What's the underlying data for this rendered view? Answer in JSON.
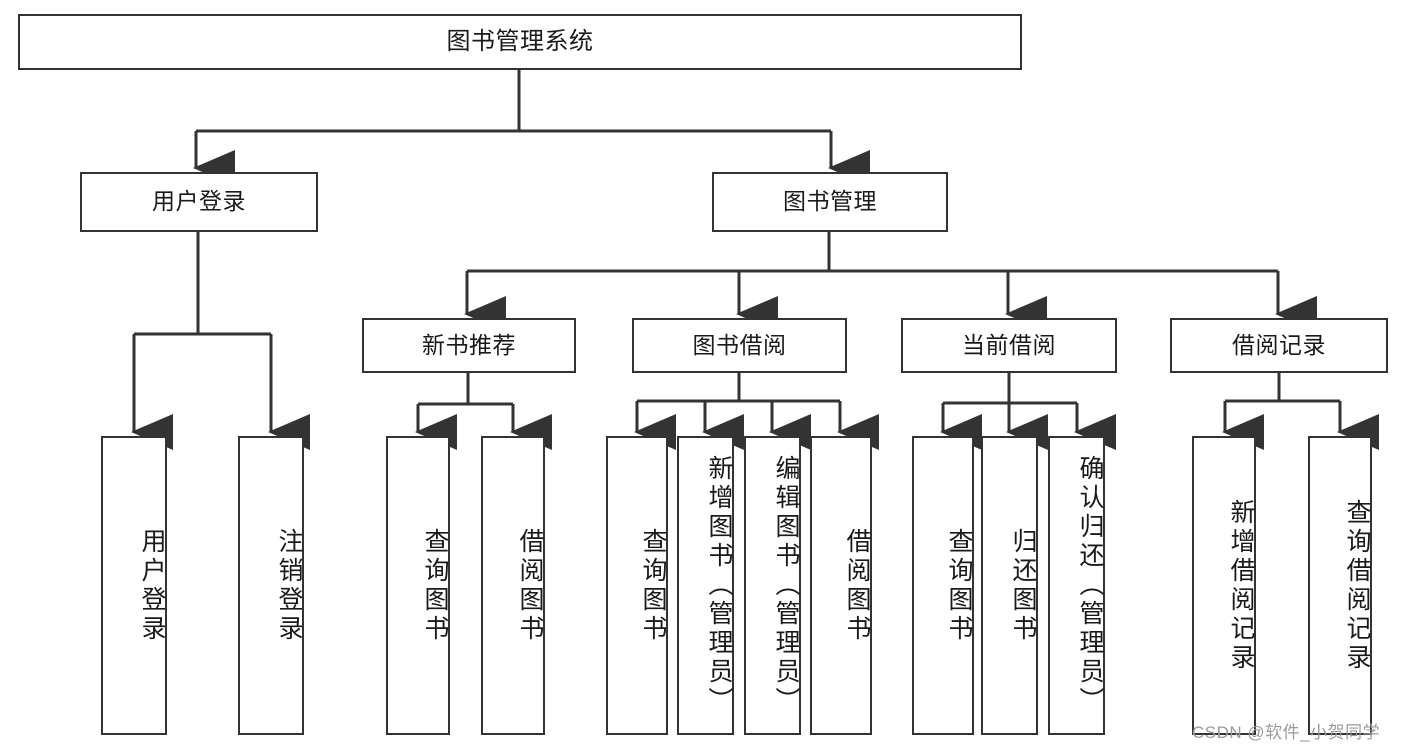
{
  "diagram": {
    "title": "图书管理系统",
    "watermark": "CSDN @软件_小贺同学",
    "accent_color": "#333333",
    "background_color": "#ffffff",
    "text_color": "#1a1a1a",
    "watermark_color": "#9a9a9a",
    "levels": {
      "root": {
        "label": "图书管理系统"
      },
      "level2": [
        {
          "label": "用户登录"
        },
        {
          "label": "图书管理"
        }
      ],
      "level3": [
        {
          "label": "新书推荐"
        },
        {
          "label": "图书借阅"
        },
        {
          "label": "当前借阅"
        },
        {
          "label": "借阅记录"
        }
      ],
      "leaves": [
        {
          "label": "用户登录",
          "parent": "用户登录"
        },
        {
          "label": "注销登录",
          "parent": "用户登录"
        },
        {
          "label": "查询图书",
          "parent": "新书推荐"
        },
        {
          "label": "借阅图书",
          "parent": "新书推荐"
        },
        {
          "label": "查询图书",
          "parent": "图书借阅"
        },
        {
          "label": "新增图书（管理员）",
          "parent": "图书借阅"
        },
        {
          "label": "编辑图书（管理员）",
          "parent": "图书借阅"
        },
        {
          "label": "借阅图书",
          "parent": "图书借阅"
        },
        {
          "label": "查询图书",
          "parent": "当前借阅"
        },
        {
          "label": "归还图书",
          "parent": "当前借阅"
        },
        {
          "label": "确认归还（管理员）",
          "parent": "当前借阅"
        },
        {
          "label": "新增借阅记录",
          "parent": "借阅记录"
        },
        {
          "label": "查询借阅记录",
          "parent": "借阅记录"
        }
      ]
    }
  }
}
